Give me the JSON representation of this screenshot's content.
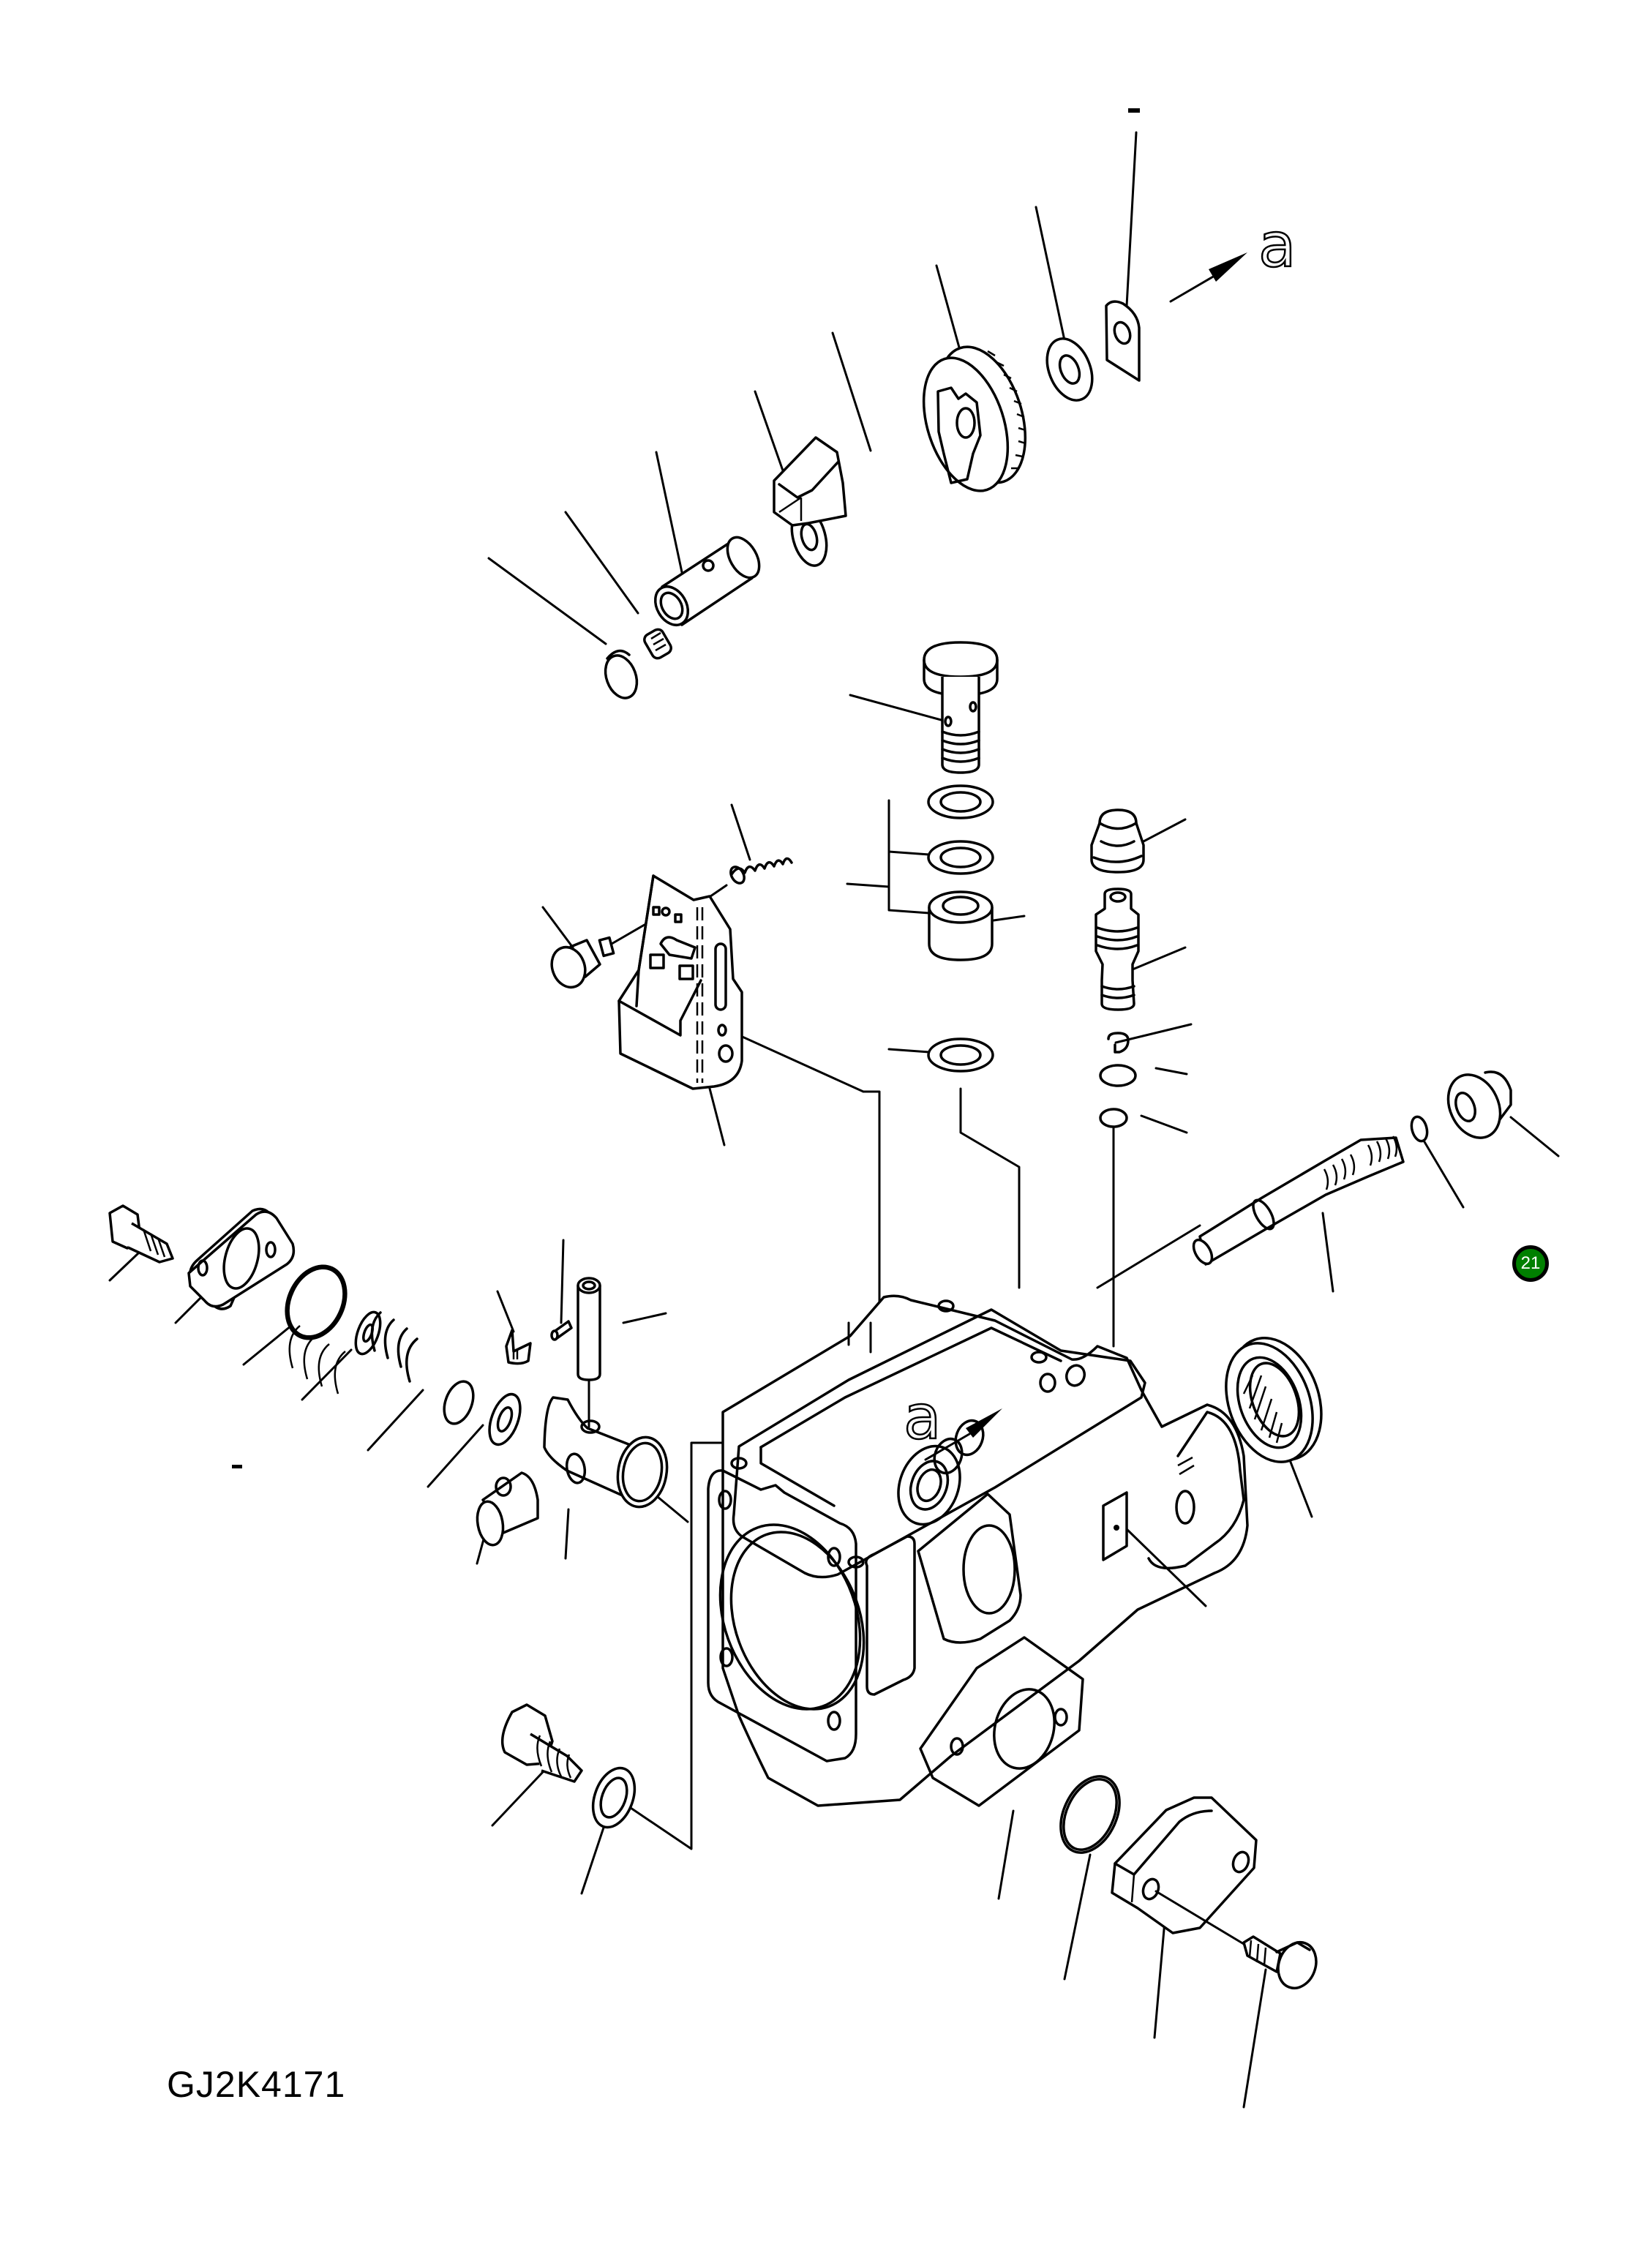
{
  "diagram": {
    "type": "exploded-parts-view",
    "subject": "fuel injection pump housing assembly",
    "drawing_id": "GJ2K4171",
    "callout": {
      "label": "21",
      "color": "#008000",
      "border_color": "#000000",
      "text_color": "#ffffff"
    },
    "reference_labels": [
      {
        "text": "a",
        "position": "top-right",
        "arrow": "pointing up-right"
      },
      {
        "text": "a",
        "position": "housing top cavity",
        "arrow": "pointing up-right"
      }
    ],
    "dash_labels": [
      {
        "text": "-",
        "position": "top, above bracket plate leader"
      },
      {
        "text": "-",
        "position": "left, below spring leader"
      }
    ],
    "parts": [
      "cap",
      "set-screw",
      "sleeve-shaft",
      "washer",
      "spring-clip-block",
      "toothed-cam-ring",
      "washer",
      "tab-plate",
      "banjo-bolt",
      "gasket-ring",
      "gasket-ring",
      "spacer-collar",
      "gasket-ring",
      "dust-cap",
      "valve-body",
      "snap-ring",
      "o-ring",
      "o-ring",
      "lever-bracket",
      "tension-spring",
      "knob-pin",
      "adjusting-shaft",
      "small-o-ring",
      "flange-nut",
      "hex-bolt",
      "cover-flange",
      "o-ring",
      "washer",
      "compression-spring",
      "washer",
      "clip",
      "dowel-pin",
      "hollow-pin",
      "cross-sleeve",
      "bushing",
      "oil-seal",
      "name-plate",
      "pump-housing",
      "plug-bolt",
      "washer",
      "o-ring",
      "cover-block",
      "hex-bolt"
    ]
  }
}
